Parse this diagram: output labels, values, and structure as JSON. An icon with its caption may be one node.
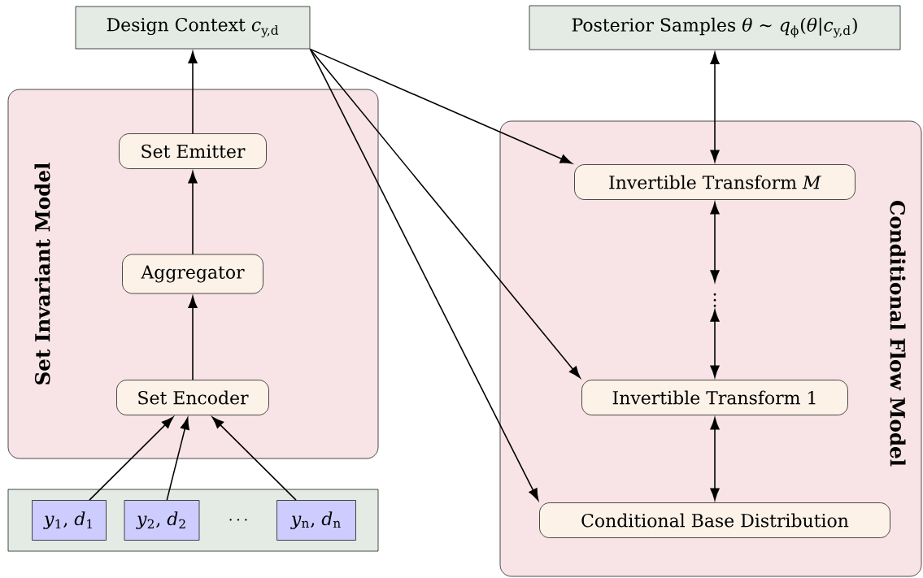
{
  "diagram": {
    "nodes": [
      {
        "text": [
          "Design Context *c*$_{y,d}$"
        ]
      },
      {
        "text": [
          "Set Invariant Model"
        ]
      },
      {
        "text": [
          "Set Emitter"
        ],
        "in": 1
      },
      {
        "text": [
          "Aggregator"
        ],
        "in": 1
      },
      {
        "text": [
          "Set Encoder"
        ],
        "in": 1
      },
      {
        "text": [],
        "shape": "box"
      },
      {
        "text": [
          "*y*$_{1}$, *d*$_{1}$"
        ],
        "in": 5
      },
      {
        "text": [
          "*y*$_{2}$, *d*$_{2}$"
        ],
        "in": 5
      },
      {
        "text": [
          "*y*$_{n}$, *d*$_{n}$"
        ],
        "in": 5
      },
      {
        "text": [
          "Posterior Samples *θ* ∼ *q*$_{ϕ}$(*θ*|*c*$_{y,d}$)"
        ]
      },
      {
        "text": [
          "Conditional Flow Model"
        ]
      },
      {
        "text": [
          "Invertible Transform *M*"
        ],
        "in": 10
      },
      {
        "text": [
          "\\vdots"
        ],
        "in": 10
      },
      {
        "text": [
          "Invertible Transform 1"
        ],
        "in": 10
      },
      {
        "text": [
          "Conditional Base Distribution"
        ],
        "in": 10
      }
    ],
    "edges": [
      {
        "from": 2,
        "to": 0,
        "arrow": "to"
      },
      {
        "from": 3,
        "to": 2,
        "arrow": "to"
      },
      {
        "from": 4,
        "to": 3,
        "arrow": "to"
      },
      {
        "from": 6,
        "to": 4,
        "arrow": "to"
      },
      {
        "from": 7,
        "to": 4,
        "arrow": "to"
      },
      {
        "from": 8,
        "to": 4,
        "arrow": "to"
      },
      {
        "from": 0,
        "to": 11,
        "arrow": "to"
      },
      {
        "from": 0,
        "to": 13,
        "arrow": "to"
      },
      {
        "from": 0,
        "to": 14,
        "arrow": "to"
      },
      {
        "from": 9,
        "to": 11,
        "arrow": "both"
      },
      {
        "from": 11,
        "to": 12,
        "arrow": "both"
      },
      {
        "from": 12,
        "to": 13,
        "arrow": "both"
      },
      {
        "from": 13,
        "to": 14,
        "arrow": "both"
      }
    ],
    "labels": [
      "\\cdots"
    ]
  }
}
